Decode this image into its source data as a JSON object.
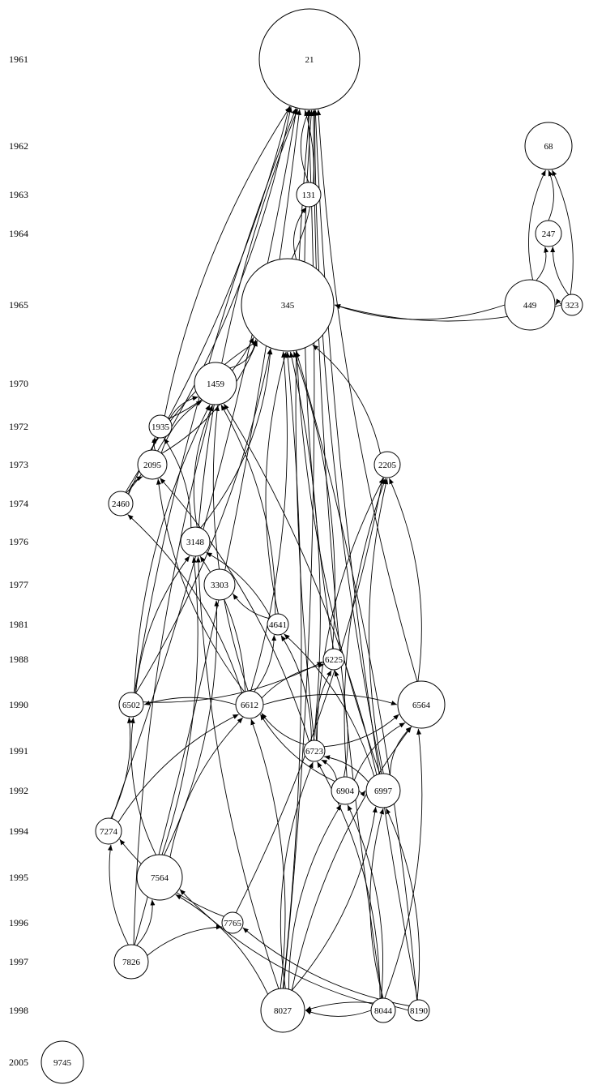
{
  "years": [
    "1961",
    "1962",
    "1963",
    "1964",
    "1965",
    "1970",
    "1972",
    "1973",
    "1974",
    "1976",
    "1977",
    "1981",
    "1988",
    "1990",
    "1991",
    "1992",
    "1994",
    "1995",
    "1996",
    "1997",
    "1998",
    "2005"
  ],
  "nodes": [
    "21",
    "68",
    "131",
    "247",
    "345",
    "449",
    "323",
    "1459",
    "1935",
    "2095",
    "2205",
    "2460",
    "3148",
    "3303",
    "4641",
    "6225",
    "6502",
    "6612",
    "6564",
    "6723",
    "6904",
    "6997",
    "7274",
    "7564",
    "7765",
    "7826",
    "8027",
    "8044",
    "8190",
    "9745"
  ],
  "edges": [
    [
      "131",
      "21"
    ],
    [
      "345",
      "21"
    ],
    [
      "345",
      "131"
    ],
    [
      "247",
      "68"
    ],
    [
      "449",
      "68"
    ],
    [
      "323",
      "68"
    ],
    [
      "323",
      "247"
    ],
    [
      "449",
      "247"
    ],
    [
      "449",
      "345"
    ],
    [
      "323",
      "449"
    ],
    [
      "323",
      "345"
    ],
    [
      "1459",
      "345"
    ],
    [
      "1935",
      "21"
    ],
    [
      "1935",
      "345"
    ],
    [
      "1935",
      "1459"
    ],
    [
      "2095",
      "21"
    ],
    [
      "2095",
      "1935"
    ],
    [
      "2095",
      "345"
    ],
    [
      "2095",
      "1459"
    ],
    [
      "2460",
      "21"
    ],
    [
      "2460",
      "345"
    ],
    [
      "2460",
      "1935"
    ],
    [
      "2460",
      "2095"
    ],
    [
      "2205",
      "345"
    ],
    [
      "3148",
      "21"
    ],
    [
      "3148",
      "345"
    ],
    [
      "3148",
      "1459"
    ],
    [
      "3148",
      "1935"
    ],
    [
      "4641",
      "345"
    ],
    [
      "4641",
      "1459"
    ],
    [
      "4641",
      "3303"
    ],
    [
      "4641",
      "3148"
    ],
    [
      "6225",
      "21"
    ],
    [
      "6225",
      "345"
    ],
    [
      "6502",
      "21"
    ],
    [
      "6502",
      "345"
    ],
    [
      "6502",
      "3148"
    ],
    [
      "6502",
      "6225"
    ],
    [
      "6502",
      "1459"
    ],
    [
      "6612",
      "6502"
    ],
    [
      "6612",
      "6564"
    ],
    [
      "6612",
      "4641"
    ],
    [
      "6612",
      "6225"
    ],
    [
      "6612",
      "3148"
    ],
    [
      "6612",
      "1459"
    ],
    [
      "6612",
      "345"
    ],
    [
      "6612",
      "2095"
    ],
    [
      "6612",
      "2460"
    ],
    [
      "6564",
      "21"
    ],
    [
      "6564",
      "2205"
    ],
    [
      "6723",
      "6612"
    ],
    [
      "6723",
      "6564"
    ],
    [
      "6723",
      "6225"
    ],
    [
      "6723",
      "4641"
    ],
    [
      "6723",
      "2205"
    ],
    [
      "6723",
      "345"
    ],
    [
      "6723",
      "21"
    ],
    [
      "6723",
      "2095"
    ],
    [
      "6904",
      "6612"
    ],
    [
      "6904",
      "6723"
    ],
    [
      "6904",
      "6564"
    ],
    [
      "6904",
      "6225"
    ],
    [
      "6904",
      "2205"
    ],
    [
      "6904",
      "6997"
    ],
    [
      "6997",
      "6564"
    ],
    [
      "6997",
      "6723"
    ],
    [
      "6997",
      "2205"
    ],
    [
      "6997",
      "4641"
    ],
    [
      "6997",
      "21"
    ],
    [
      "6997",
      "1459"
    ],
    [
      "6997",
      "345"
    ],
    [
      "7274",
      "6502"
    ],
    [
      "7274",
      "6612"
    ],
    [
      "7274",
      "21"
    ],
    [
      "7564",
      "6502"
    ],
    [
      "7564",
      "3303"
    ],
    [
      "7564",
      "6612"
    ],
    [
      "7564",
      "3148"
    ],
    [
      "7765",
      "7274"
    ],
    [
      "7765",
      "2205"
    ],
    [
      "7826",
      "7274"
    ],
    [
      "7826",
      "7564"
    ],
    [
      "7826",
      "7765"
    ],
    [
      "7826",
      "21"
    ],
    [
      "7826",
      "1459"
    ],
    [
      "8027",
      "6612"
    ],
    [
      "8027",
      "6904"
    ],
    [
      "8027",
      "6997"
    ],
    [
      "8027",
      "6723"
    ],
    [
      "8027",
      "7564"
    ],
    [
      "8027",
      "6564"
    ],
    [
      "8027",
      "21"
    ],
    [
      "8027",
      "3148"
    ],
    [
      "8027",
      "345"
    ],
    [
      "8044",
      "8027"
    ],
    [
      "8044",
      "6904"
    ],
    [
      "8044",
      "6997"
    ],
    [
      "8044",
      "6723"
    ],
    [
      "8044",
      "7564"
    ],
    [
      "8044",
      "6564"
    ],
    [
      "8044",
      "21"
    ],
    [
      "8190",
      "6997"
    ],
    [
      "8190",
      "7765"
    ],
    [
      "8190",
      "8027"
    ],
    [
      "8190",
      "21"
    ],
    [
      "8190",
      "345"
    ]
  ]
}
